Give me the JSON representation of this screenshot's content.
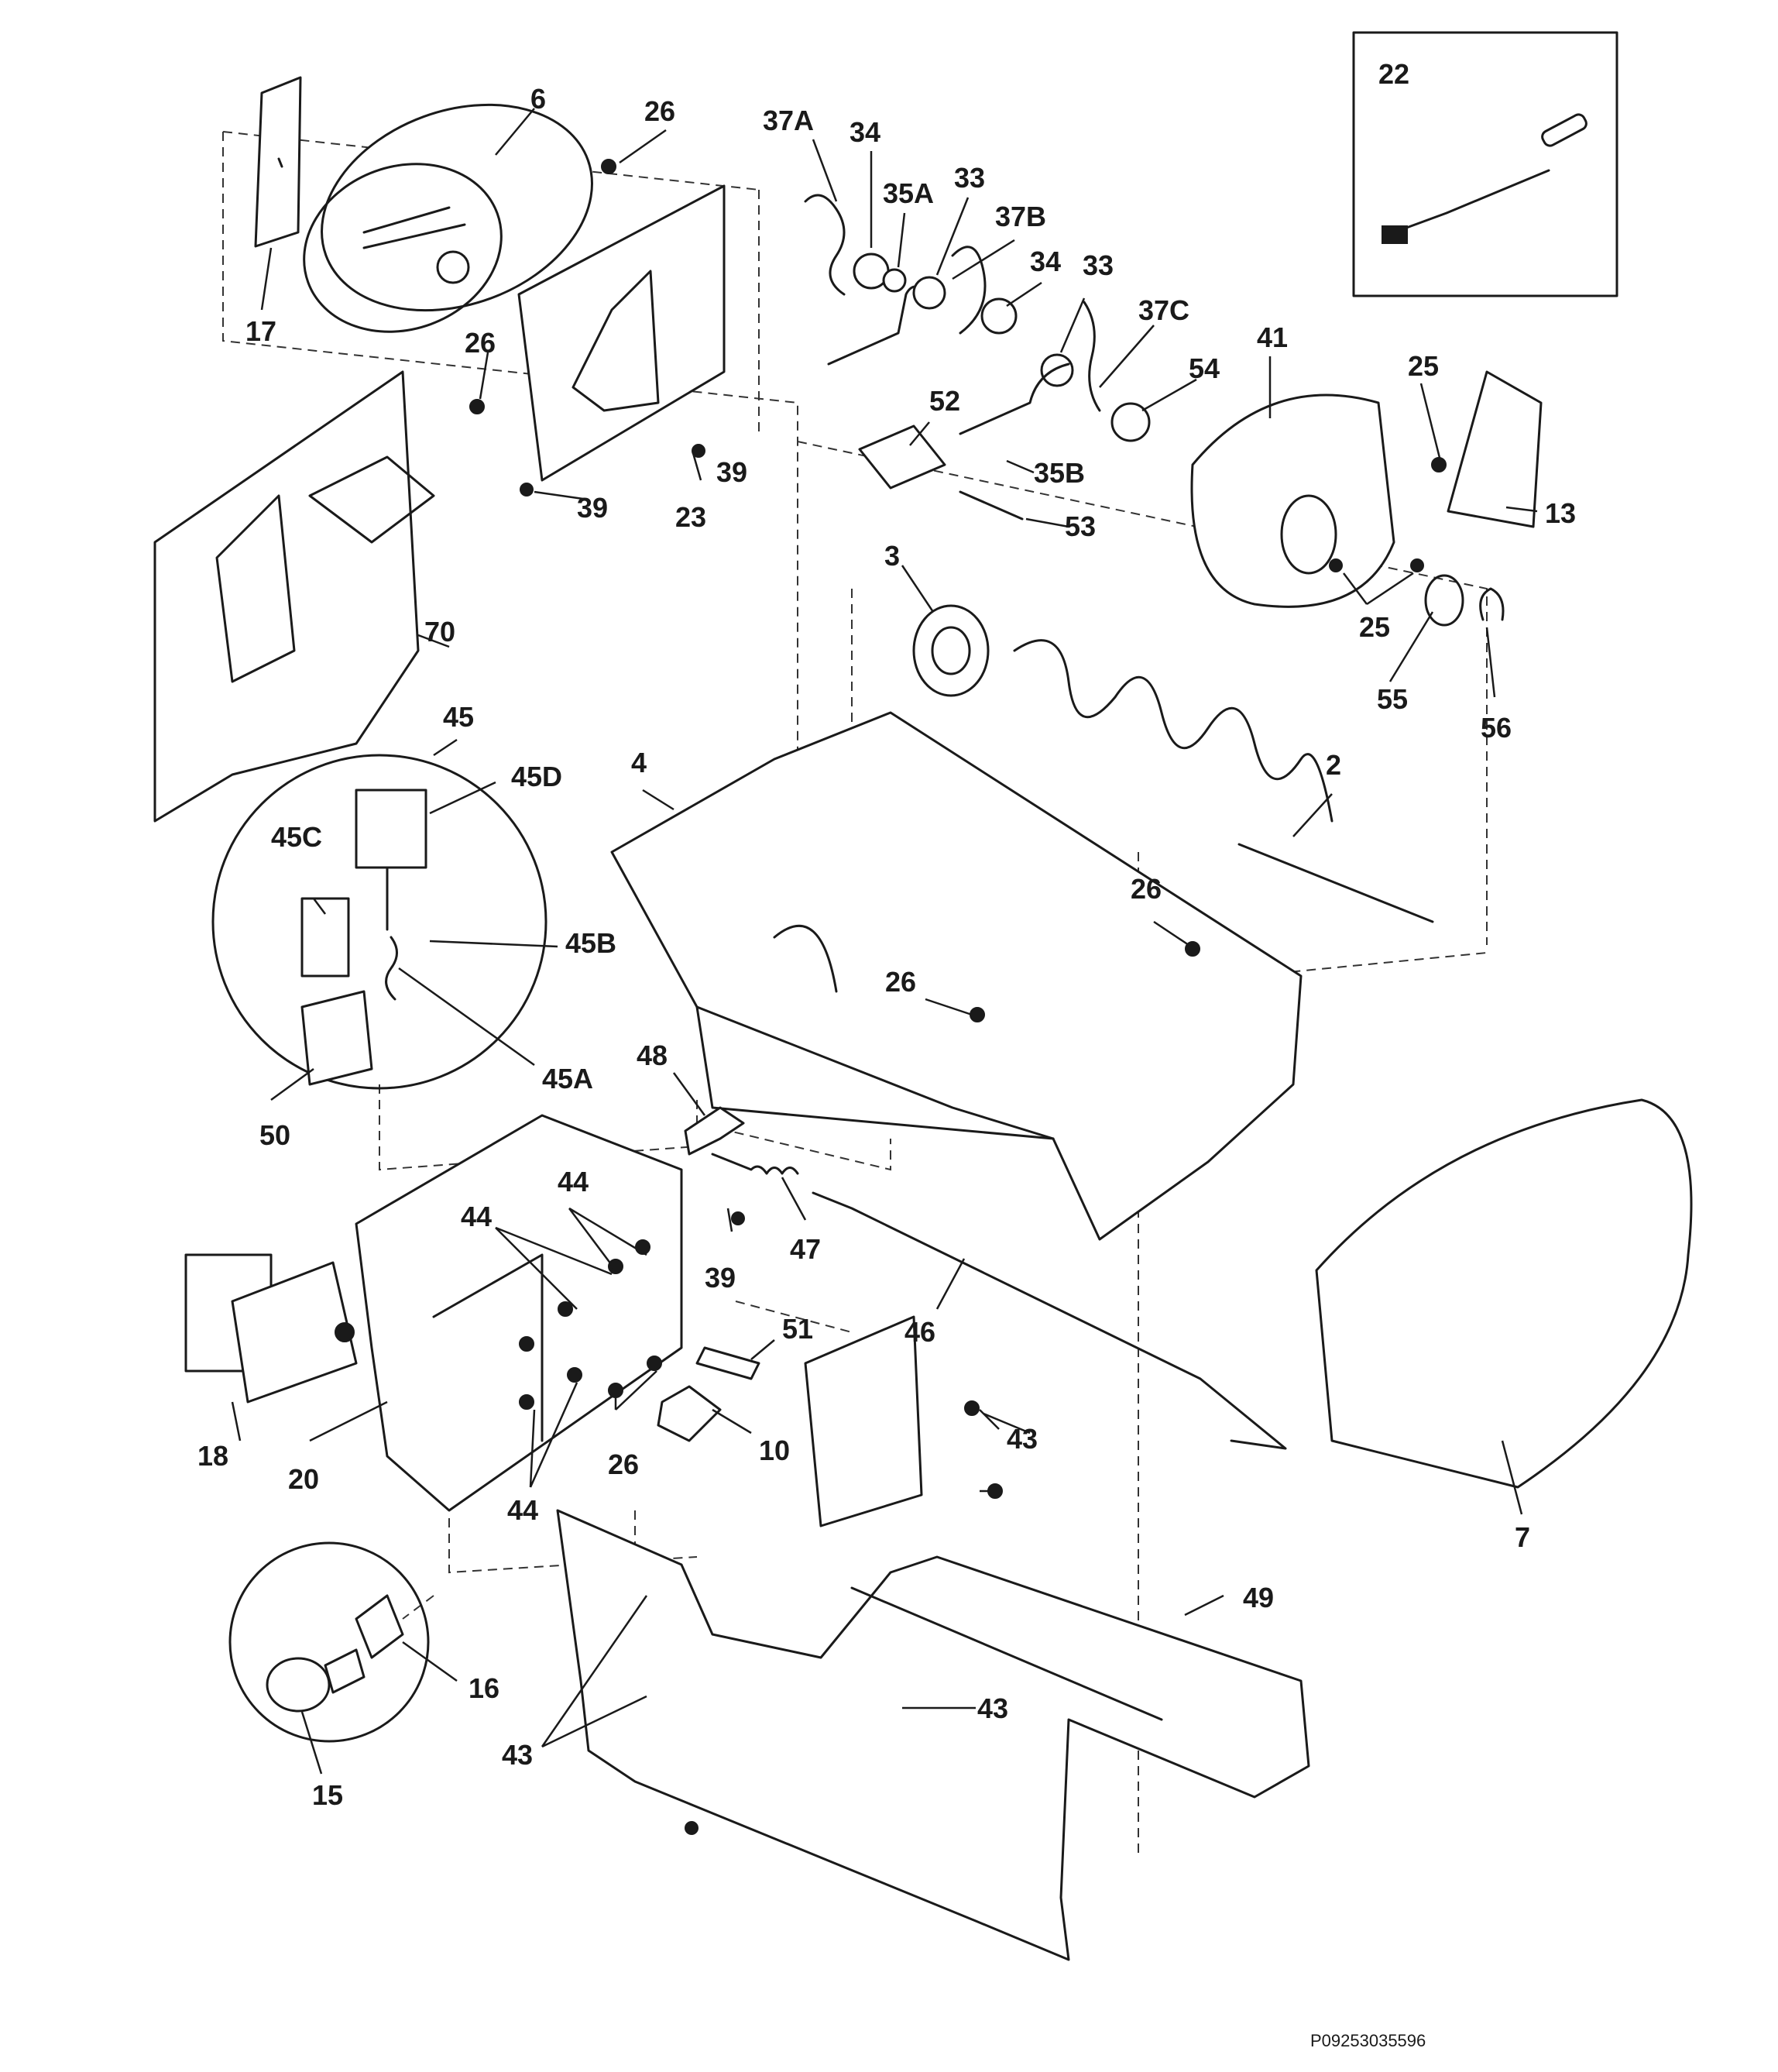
{
  "diagram": {
    "callouts": {
      "c2": "2",
      "c3": "3",
      "c4": "4",
      "c6": "6",
      "c7": "7",
      "c10": "10",
      "c13": "13",
      "c15": "15",
      "c16": "16",
      "c17": "17",
      "c18": "18",
      "c20": "20",
      "c22": "22",
      "c23": "23",
      "c25": "25",
      "c26": "26",
      "c33": "33",
      "c34": "34",
      "c35A": "35A",
      "c35B": "35B",
      "c37A": "37A",
      "c37B": "37B",
      "c37C": "37C",
      "c39": "39",
      "c41": "41",
      "c43": "43",
      "c44": "44",
      "c45": "45",
      "c45A": "45A",
      "c45B": "45B",
      "c45C": "45C",
      "c45D": "45D",
      "c46": "46",
      "c47": "47",
      "c48": "48",
      "c49": "49",
      "c50": "50",
      "c51": "51",
      "c52": "52",
      "c53": "53",
      "c54": "54",
      "c55": "55",
      "c56": "56",
      "c70": "70"
    },
    "drawing_code": "P09253035596"
  }
}
